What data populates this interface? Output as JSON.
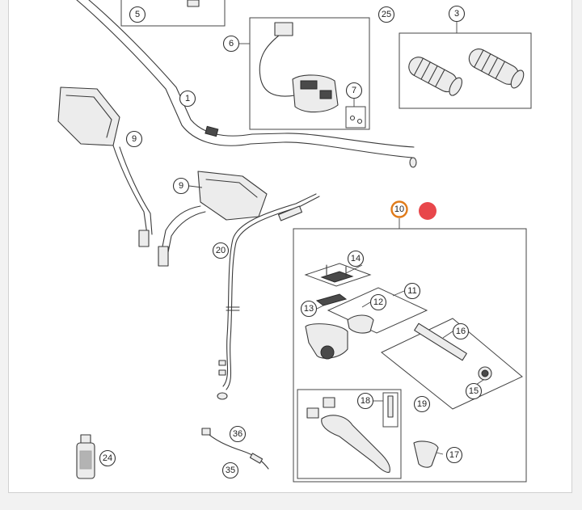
{
  "callouts": {
    "c1": "1",
    "c3": "3",
    "c5": "5",
    "c6": "6",
    "c7": "7",
    "c9a": "9",
    "c9b": "9",
    "c10": "10",
    "c11": "11",
    "c12": "12",
    "c13": "13",
    "c14": "14",
    "c15": "15",
    "c16": "16",
    "c17": "17",
    "c18": "18",
    "c19": "19",
    "c20": "20",
    "c24": "24",
    "c25": "25",
    "c35": "35",
    "c36": "36"
  },
  "selection": {
    "callout": "10",
    "highlight_color": "#e07b1a",
    "marker_color": "#e8474b"
  }
}
